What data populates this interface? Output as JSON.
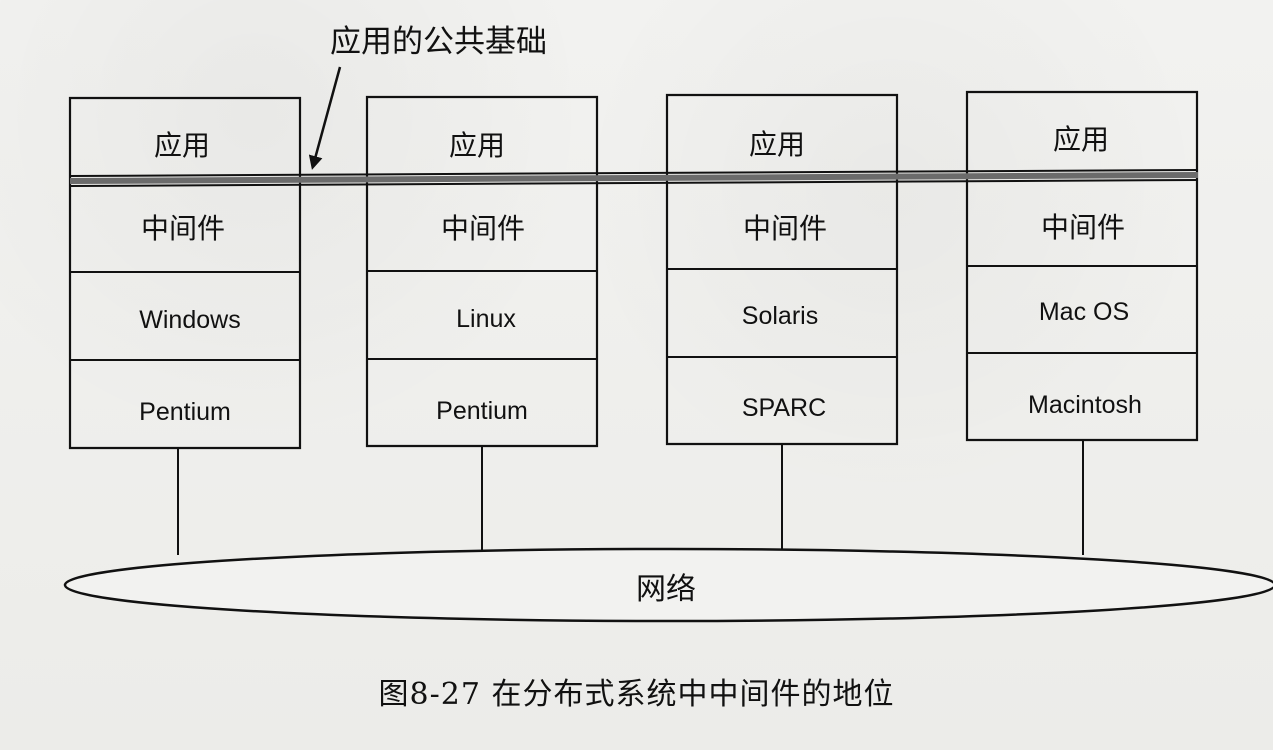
{
  "diagram": {
    "common_base_label": "应用的公共基础",
    "network_label": "网络",
    "caption": "图8-27  在分布式系统中中间件的地位",
    "columns": [
      {
        "application": "应用",
        "middleware": "中间件",
        "os": "Windows",
        "hardware": "Pentium"
      },
      {
        "application": "应用",
        "middleware": "中间件",
        "os": "Linux",
        "hardware": "Pentium"
      },
      {
        "application": "应用",
        "middleware": "中间件",
        "os": "Solaris",
        "hardware": "SPARC"
      },
      {
        "application": "应用",
        "middleware": "中间件",
        "os": "Mac OS",
        "hardware": "Macintosh"
      }
    ]
  },
  "colors": {
    "background": "#efefed",
    "line": "#111111",
    "band": "#666666"
  }
}
